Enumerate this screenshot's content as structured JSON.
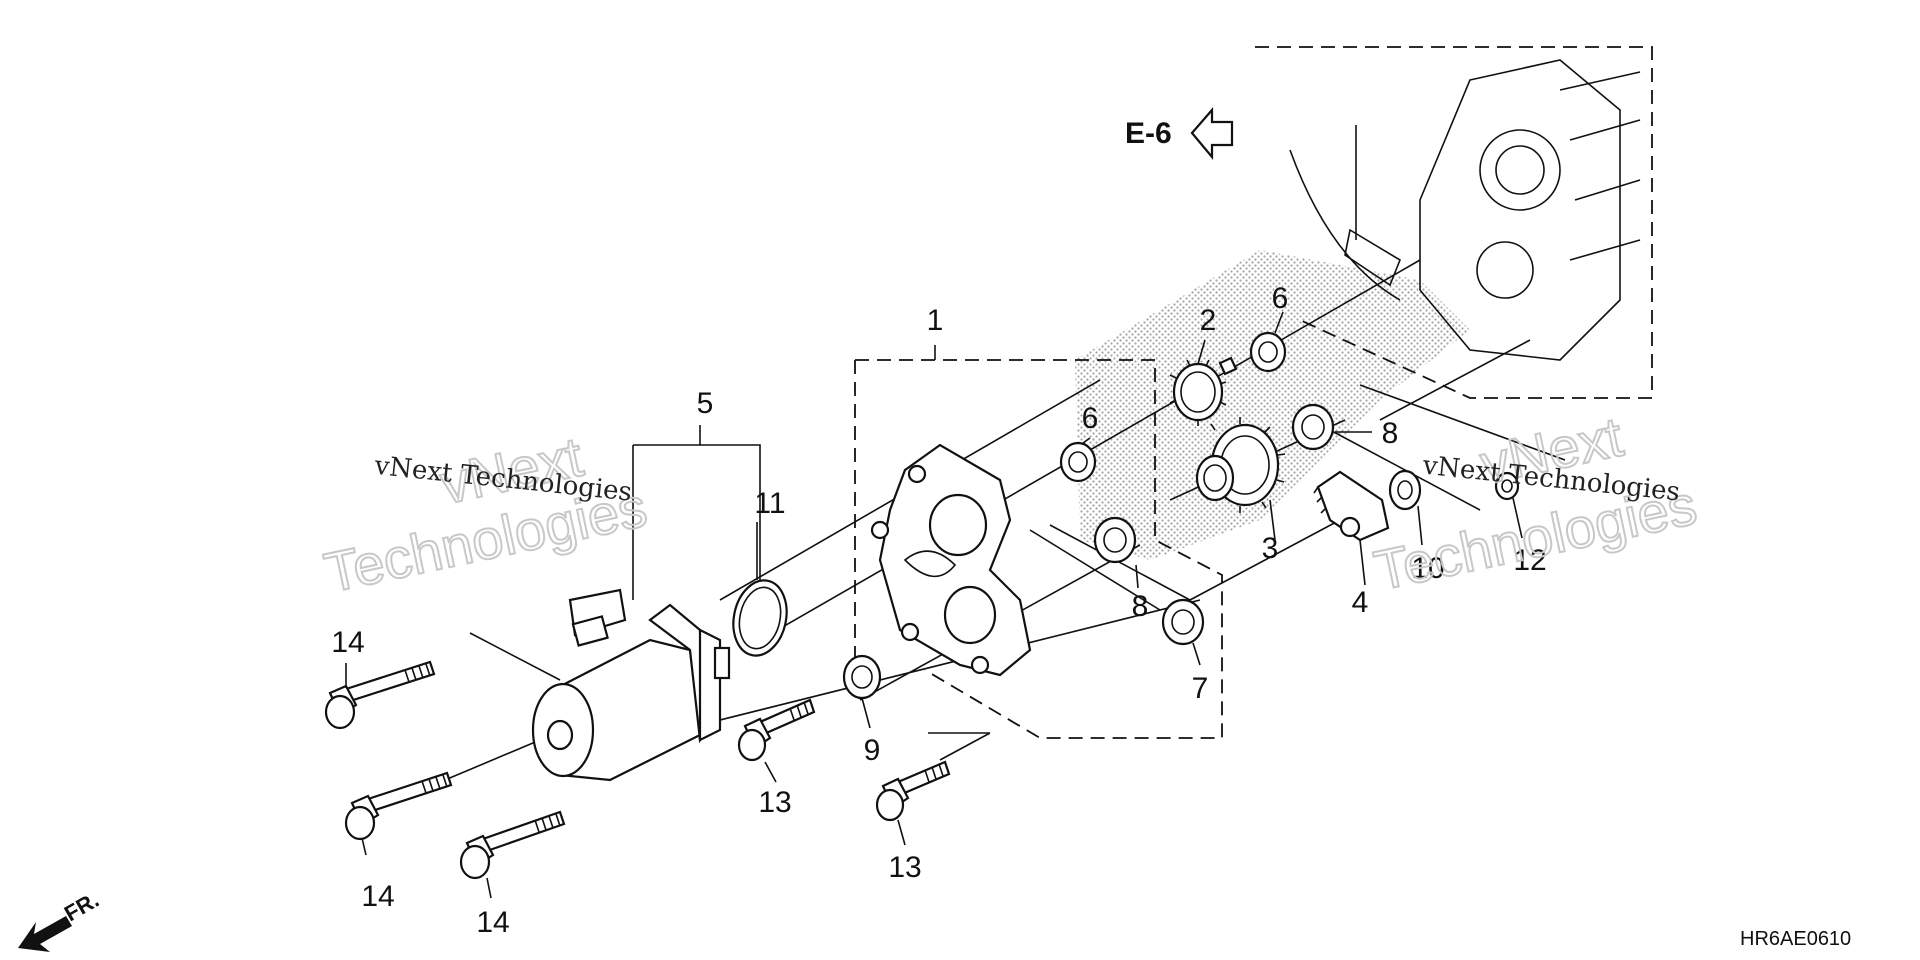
{
  "diagram": {
    "reference": {
      "label": "E-6"
    },
    "direction": {
      "label": "FR."
    },
    "drawing_code": "HR6AE0610",
    "watermarks": [
      {
        "line1": "vNext",
        "line2": "Technologies",
        "caption": "vNext Technologies"
      },
      {
        "line1": "vNext",
        "line2": "Technologies",
        "caption": "vNext Technologies"
      }
    ],
    "callouts": {
      "c1": "1",
      "c2": "2",
      "c3": "3",
      "c4": "4",
      "c5": "5",
      "c6a": "6",
      "c6b": "6",
      "c7": "7",
      "c8a": "8",
      "c8b": "8",
      "c9": "9",
      "c10": "10",
      "c11": "11",
      "c12": "12",
      "c13a": "13",
      "c13b": "13",
      "c14a": "14",
      "c14b": "14",
      "c14c": "14"
    }
  }
}
